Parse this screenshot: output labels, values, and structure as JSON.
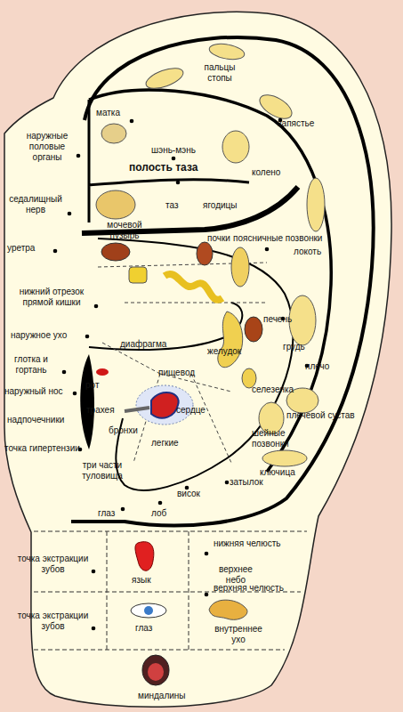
{
  "diagram": {
    "labels": [
      "пальцы стопы",
      "матка",
      "запястье",
      "наружные половые органы",
      "шэнь-мэнь",
      "полость таза",
      "колено",
      "седалищный нерв",
      "таз",
      "ягодицы",
      "мочевой пузырь",
      "уретра",
      "почки",
      "поясничные позвонки",
      "локоть",
      "нижний отрезок прямой кишки",
      "печень",
      "наружное ухо",
      "диафрагма",
      "грудь",
      "желудок",
      "глотка и гортань",
      "пищевод",
      "плечо",
      "рот",
      "наружный нос",
      "селезенка",
      "трахея",
      "сердце",
      "плечевой сустав",
      "надпочечники",
      "бронхи",
      "шейные позвонки",
      "точка гипертензии",
      "легкие",
      "ключица",
      "три части туловища",
      "затылок",
      "висок",
      "глаз",
      "лоб",
      "точка экстракции зубов",
      "нижняя челюсть",
      "язык",
      "верхнее небо",
      "верхняя челюсть",
      "точка экстракции зубов",
      "глаз",
      "внутреннее ухо",
      "миндалины"
    ]
  }
}
